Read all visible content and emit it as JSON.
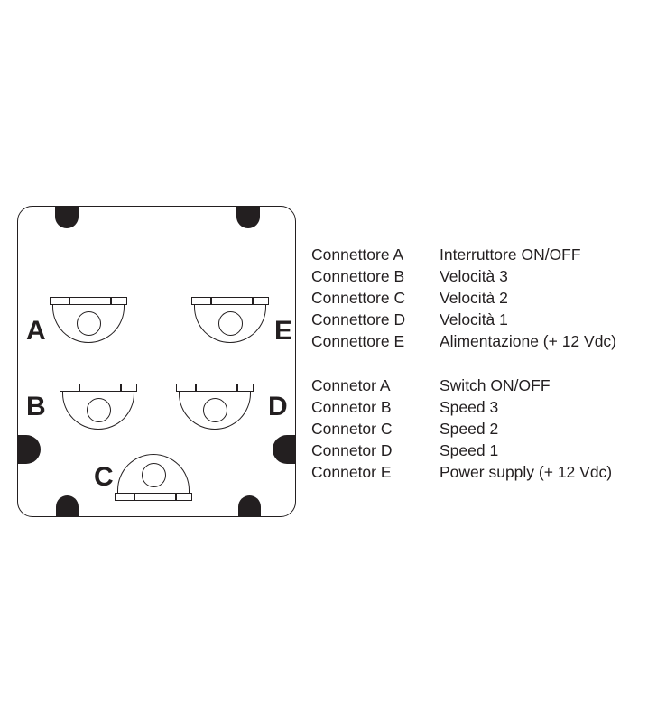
{
  "colors": {
    "ink": "#231f20",
    "paper": "#ffffff"
  },
  "panel": {
    "connectors": [
      {
        "letter": "A",
        "orientation": "down"
      },
      {
        "letter": "B",
        "orientation": "down"
      },
      {
        "letter": "C",
        "orientation": "up"
      },
      {
        "letter": "D",
        "orientation": "down"
      },
      {
        "letter": "E",
        "orientation": "down"
      }
    ]
  },
  "legend_italian": {
    "rows": [
      {
        "label": "Connettore A",
        "value": "Interruttore ON/OFF"
      },
      {
        "label": "Connettore B",
        "value": "Velocità 3"
      },
      {
        "label": "Connettore C",
        "value": "Velocità 2"
      },
      {
        "label": "Connettore D",
        "value": "Velocità 1"
      },
      {
        "label": "Connettore E",
        "value": "Alimentazione (+ 12 Vdc)"
      }
    ]
  },
  "legend_english": {
    "rows": [
      {
        "label": "Connetor A",
        "value": "Switch ON/OFF"
      },
      {
        "label": "Connetor B",
        "value": "Speed 3"
      },
      {
        "label": "Connetor C",
        "value": "Speed 2"
      },
      {
        "label": "Connetor D",
        "value": "Speed 1"
      },
      {
        "label": "Connetor E",
        "value": "Power supply (+ 12 Vdc)"
      }
    ]
  }
}
